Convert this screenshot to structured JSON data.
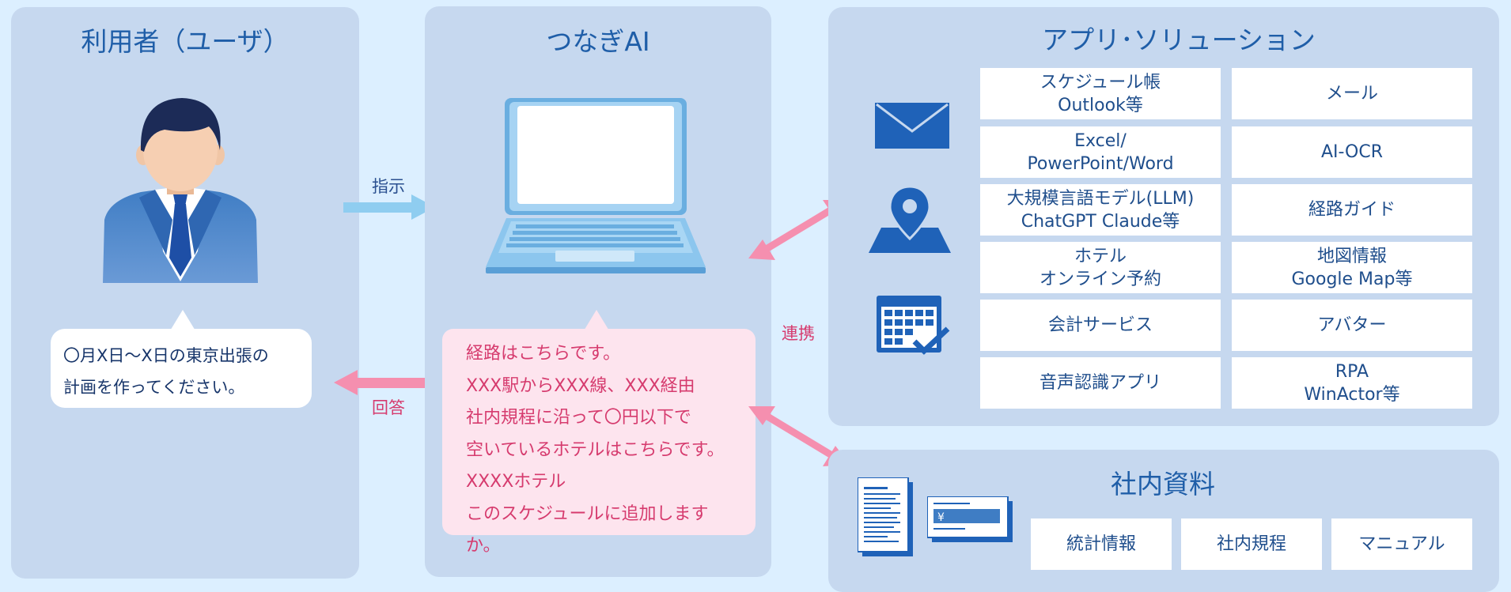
{
  "colors": {
    "background": "#dcefff",
    "panel": "#c6d8ef",
    "title_blue": "#1f5ea8",
    "pink_arrow": "#f58faf",
    "blue_arrow": "#8fcdf0",
    "ai_response_text": "#d63b6e"
  },
  "user_panel": {
    "title": "利用者（ユーザ）",
    "icon": "businessman-icon",
    "request_lines": "〇月X日～X日の東京出張の\n計画を作ってください。"
  },
  "ai_panel": {
    "title": "つなぎAI",
    "icon": "laptop-icon",
    "response_lines": "経路はこちらです。\nXXX駅からXXX線、XXX経由\n社内規程に沿って〇円以下で\n空いているホテルはこちらです。\nXXXXホテル\nこのスケジュールに追加しますか。"
  },
  "flows": {
    "instruction_label": "指示",
    "answer_label": "回答",
    "link_label": "連携"
  },
  "apps_panel": {
    "title": "アプリ･ソリューション",
    "icons": [
      "mail-icon",
      "map-pin-icon",
      "calendar-check-icon"
    ],
    "rows": [
      [
        "スケジュール帳\nOutlook等",
        "メール"
      ],
      [
        "Excel/\nPowerPoint/Word",
        "AI-OCR"
      ],
      [
        "大規模言語モデル(LLM)\nChatGPT Claude等",
        "経路ガイド"
      ],
      [
        "ホテル\nオンライン予約",
        "地図情報\nGoogle Map等"
      ],
      [
        "会計サービス",
        "アバター"
      ],
      [
        "音声認識アプリ",
        "RPA\nWinActor等"
      ]
    ]
  },
  "docs_panel": {
    "title": "社内資料",
    "icons": [
      "document-icon",
      "receipt-icon"
    ],
    "receipt_symbol": "¥",
    "items": [
      "統計情報",
      "社内規程",
      "マニュアル"
    ]
  }
}
